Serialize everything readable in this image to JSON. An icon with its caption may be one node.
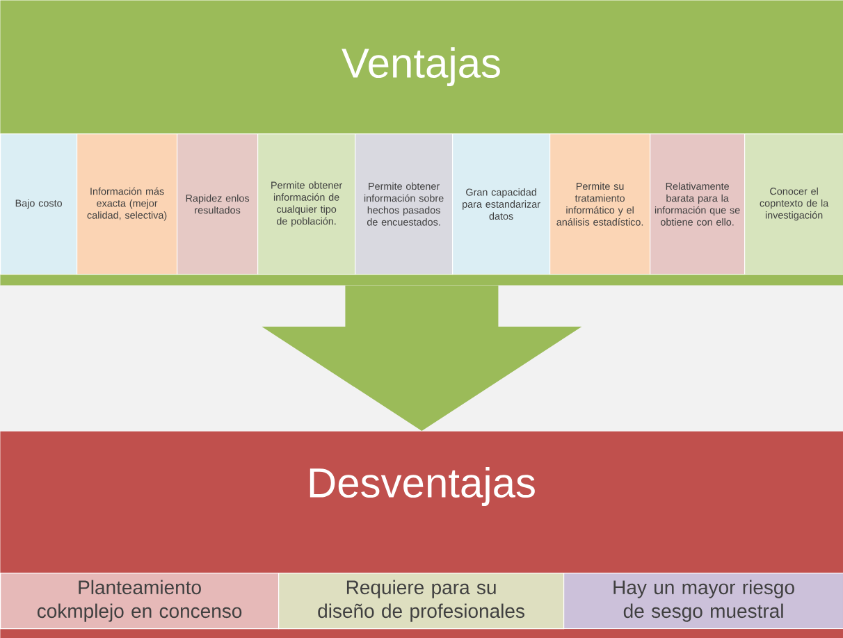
{
  "diagram": {
    "nodes": [
      {
        "text": [
          "Ventajas"
        ]
      },
      {
        "text": [
          "Bajo costo"
        ],
        "in": 0
      },
      {
        "text": [
          "Información más exacta (mejor calidad, selectiva)"
        ],
        "in": 0
      },
      {
        "text": [
          "Rapidez enlos resultados"
        ],
        "in": 0
      },
      {
        "text": [
          "Permite obtener información de cualquier tipo de población."
        ],
        "in": 0
      },
      {
        "text": [
          "Permite obtener información sobre hechos pasados de encuestados."
        ],
        "in": 0
      },
      {
        "text": [
          "Gran capacidad para estandarizar datos"
        ],
        "in": 0
      },
      {
        "text": [
          "Permite su tratamiento informático y el análisis estadístico."
        ],
        "in": 0
      },
      {
        "text": [
          "Relativamente barata para la información que se obtiene con ello."
        ],
        "in": 0
      },
      {
        "text": [
          "Conocer el copntexto de la investigación"
        ],
        "in": 0
      },
      {
        "text": [
          "Desventajas"
        ]
      },
      {
        "text": [
          "Planteamiento cokmplejo en concenso"
        ],
        "in": 10
      },
      {
        "text": [
          "Requiere para su diseño de profesionales"
        ],
        "in": 10
      },
      {
        "text": [
          "Hay un mayor riesgo de sesgo muestral"
        ],
        "in": 10
      }
    ],
    "edges": [
      {
        "from": 0,
        "to": 10,
        "arrow": "to"
      }
    ]
  }
}
